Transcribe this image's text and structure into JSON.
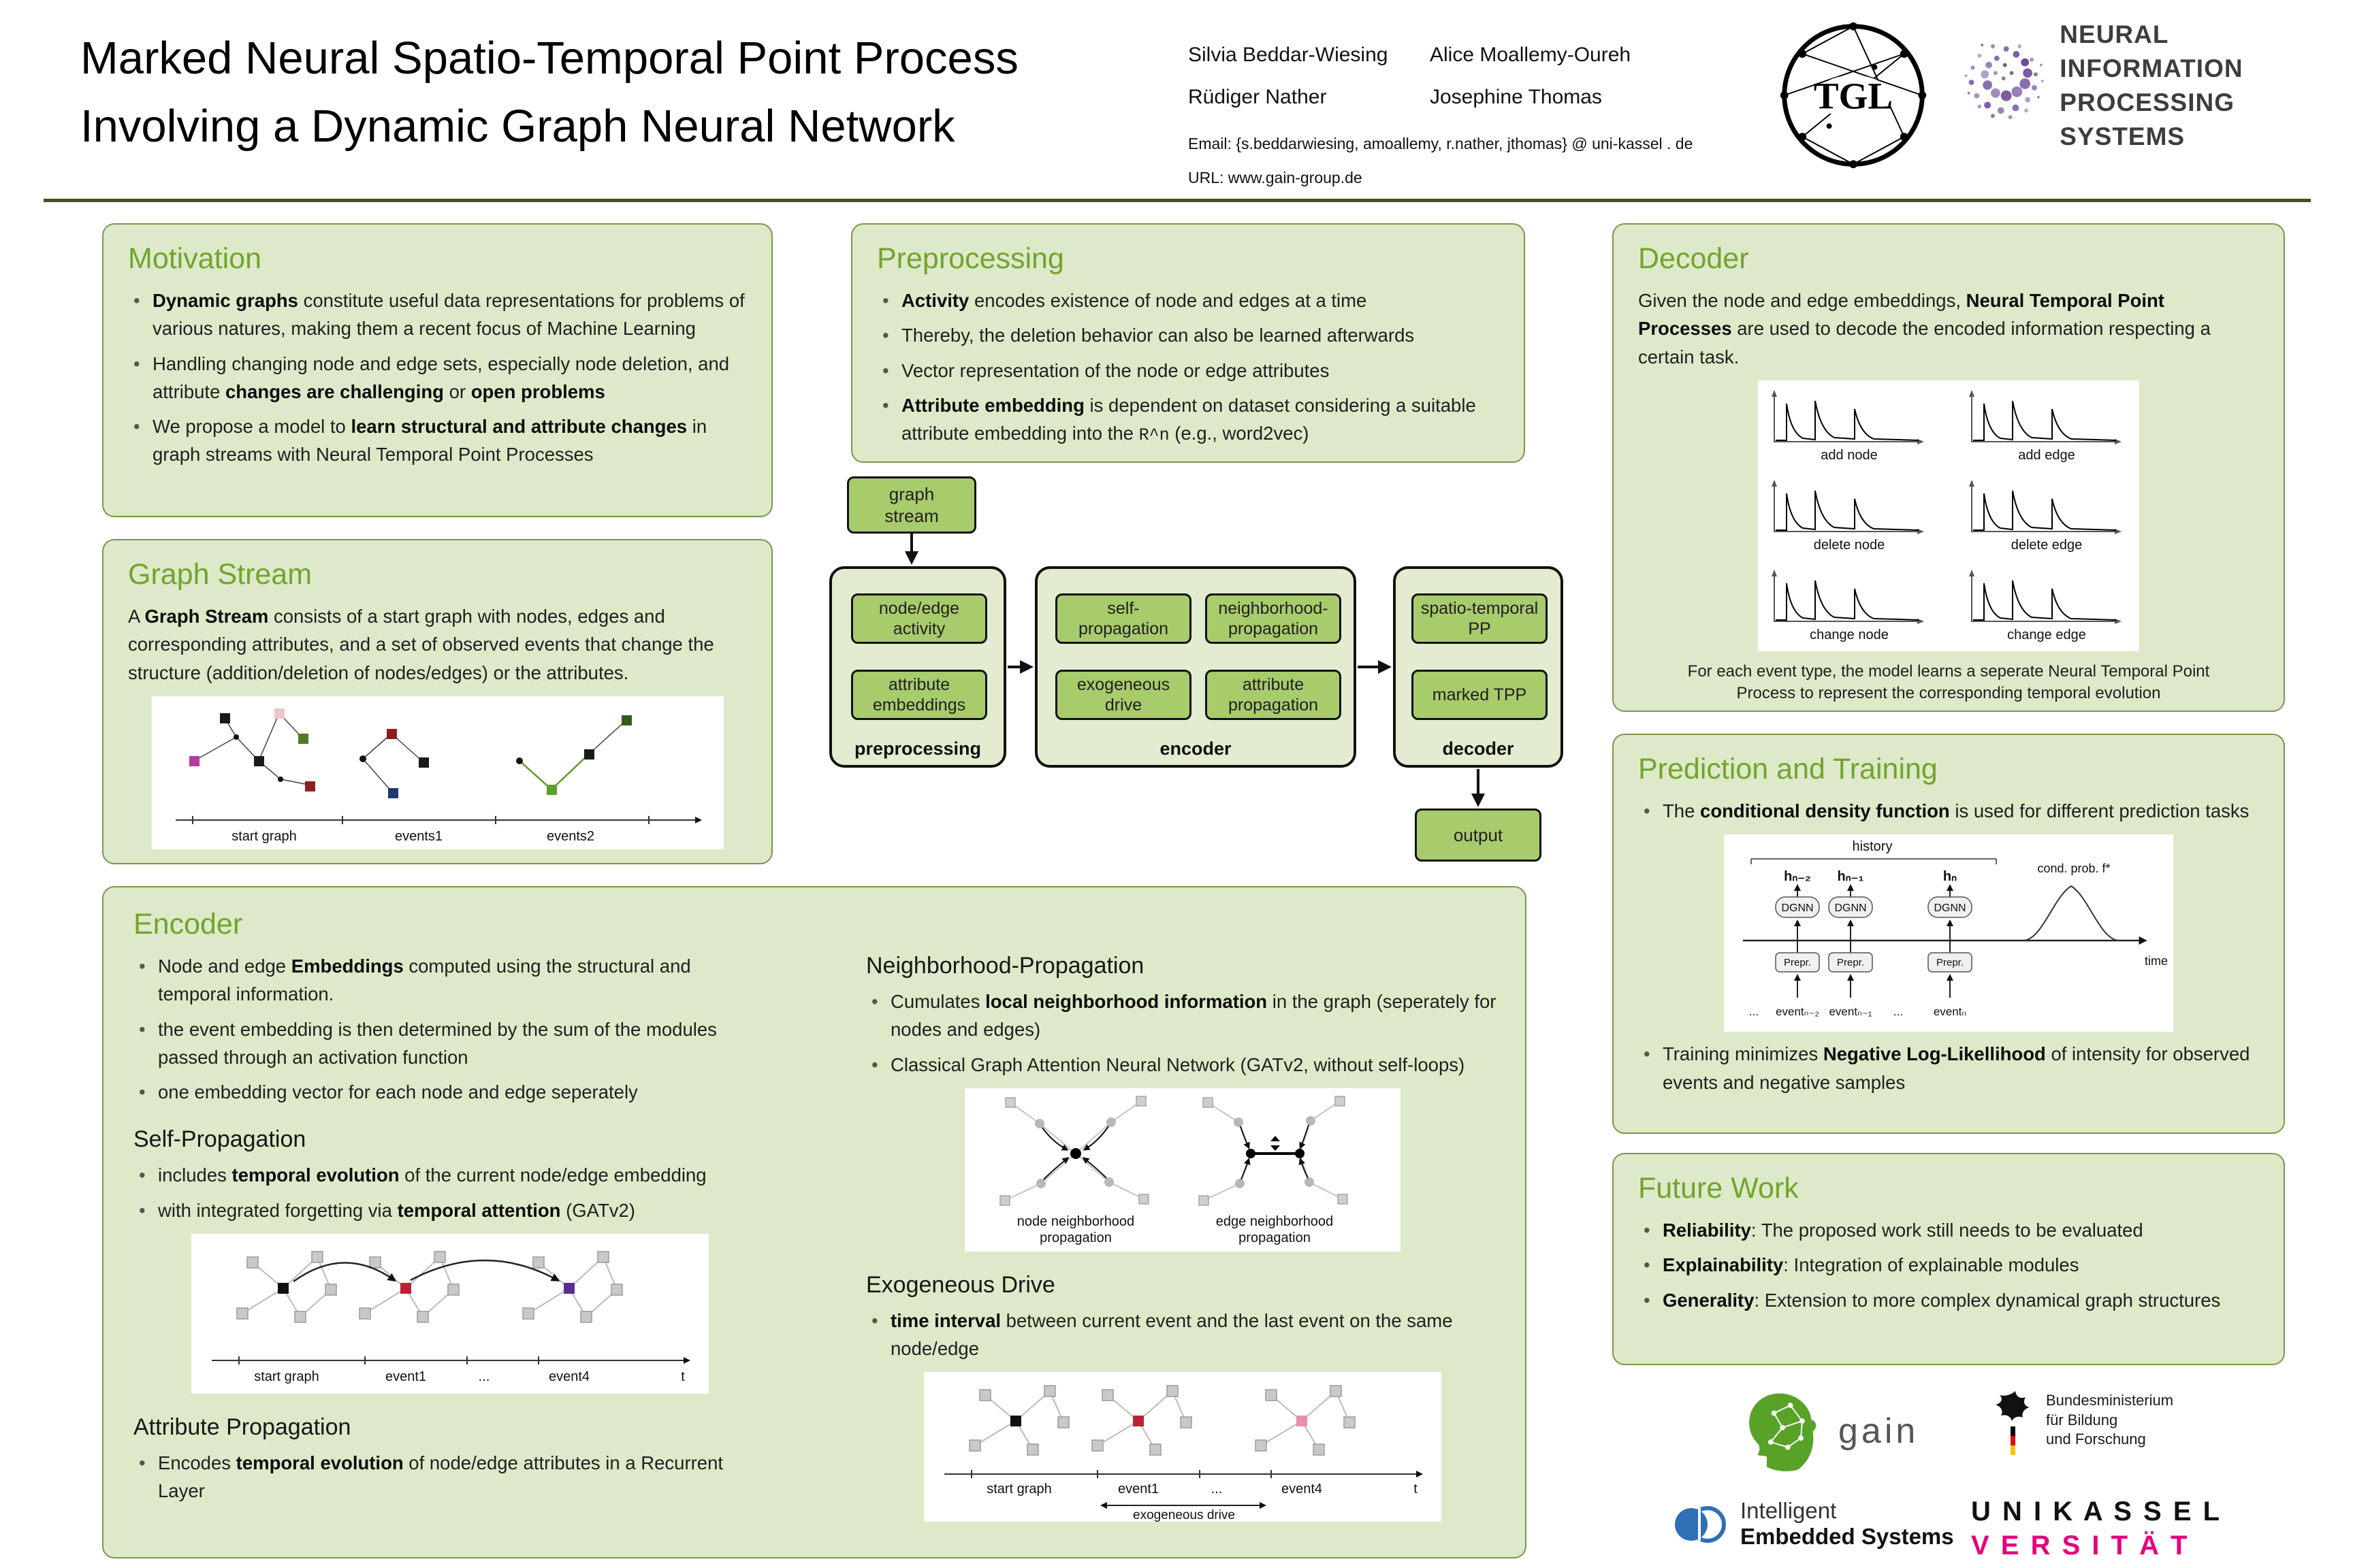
{
  "colors": {
    "heading_green": "#72a42d",
    "box_background": "#dde9c9",
    "flow_box_green": "#a8cb6c",
    "uni_kassel_pink": "#e5007d",
    "neurips_purple": "#7d5ba6",
    "gain_green": "#58a228",
    "ies_blue": "#2f6fb5"
  },
  "header": {
    "title_line1": "Marked Neural Spatio-Temporal Point Process",
    "title_line2": "Involving a Dynamic Graph Neural Network",
    "authors": [
      "Silvia Beddar-Wiesing",
      "Alice Moallemy-Oureh",
      "Rüdiger Nather",
      "Josephine Thomas"
    ],
    "email": "Email: {s.beddarwiesing, amoallemy, r.nather, jthomas} @ uni-kassel . de",
    "url": "URL: www.gain-group.de",
    "tgl_text": "TGL",
    "neurips_line1": "NEURAL INFORMATION",
    "neurips_line2": "PROCESSING SYSTEMS"
  },
  "motivation": {
    "heading": "Motivation",
    "bullets": [
      [
        {
          "t": "Dynamic graphs",
          "b": true
        },
        {
          "t": " constitute useful data representations for problems of various natures, making them a recent focus of Machine Learning"
        }
      ],
      [
        {
          "t": "Handling changing node and edge sets, especially node deletion, and attribute "
        },
        {
          "t": "changes are challenging",
          "b": true
        },
        {
          "t": " or "
        },
        {
          "t": "open problems",
          "b": true
        }
      ],
      [
        {
          "t": "We propose a model to "
        },
        {
          "t": "learn structural and attribute changes",
          "b": true
        },
        {
          "t": " in graph streams with Neural Temporal Point Processes"
        }
      ]
    ]
  },
  "graph_stream": {
    "heading": "Graph Stream",
    "paragraph": [
      {
        "t": "A "
      },
      {
        "t": "Graph Stream",
        "b": true
      },
      {
        "t": " consists of a start graph with nodes, edges and corresponding attributes, and a set of observed events that change the structure (addition/deletion of nodes/edges) or the attributes."
      }
    ],
    "fig": {
      "labels": [
        "start graph",
        "events1",
        "events2"
      ]
    }
  },
  "preprocessing": {
    "heading": "Preprocessing",
    "bullets": [
      [
        {
          "t": "Activity",
          "b": true
        },
        {
          "t": " encodes existence of node and edges at a time"
        }
      ],
      [
        {
          "t": "Thereby, the deletion behavior can also be learned afterwards"
        }
      ],
      [
        {
          "t": "Vector representation of the node or edge attributes"
        }
      ],
      [
        {
          "t": "Attribute embedding",
          "b": true
        },
        {
          "t": " is dependent on dataset considering a suitable attribute embedding into the "
        },
        {
          "t": "R^n",
          "c": true
        },
        {
          "t": " (e.g., word2vec)"
        }
      ]
    ]
  },
  "pipeline": {
    "graph_stream": "graph stream",
    "output": "output",
    "stages": {
      "preprocessing": {
        "label": "preprocessing",
        "boxes": [
          "node/edge activity",
          "attribute embeddings"
        ]
      },
      "encoder": {
        "label": "encoder",
        "boxes": [
          "self-propagation",
          "neighborhood-propagation",
          "exogeneous drive",
          "attribute propagation"
        ]
      },
      "decoder": {
        "label": "decoder",
        "boxes": [
          "spatio-temporal PP",
          "marked TPP"
        ]
      }
    }
  },
  "decoder": {
    "heading": "Decoder",
    "intro": [
      {
        "t": "Given the node and edge embeddings, "
      },
      {
        "t": "Neural Temporal Point Processes",
        "b": true
      },
      {
        "t": " are used to decode the encoded information respecting a certain task."
      }
    ],
    "fig": {
      "labels": [
        "add node",
        "add edge",
        "delete node",
        "delete edge",
        "change node",
        "change edge"
      ]
    },
    "caption": "For each event type, the model learns a seperate Neural Temporal Point Process to represent the corresponding temporal evolution"
  },
  "prediction": {
    "heading": "Prediction and Training",
    "bullet1": [
      {
        "t": "The "
      },
      {
        "t": "conditional density function",
        "b": true
      },
      {
        "t": " is used for different prediction tasks"
      }
    ],
    "bullet2": [
      {
        "t": "Training minimizes "
      },
      {
        "t": "Negative Log-Likellihood",
        "b": true
      },
      {
        "t": " of intensity for observed events and negative samples"
      }
    ],
    "fig": {
      "history": "history",
      "h_labels": [
        "hₙ₋₂",
        "hₙ₋₁",
        "hₙ"
      ],
      "dgnn": "DGNN",
      "prepr": "Prepr.",
      "events": [
        "eventₙ₋₂",
        "eventₙ₋₁",
        "eventₙ"
      ],
      "dots": "...",
      "time": "time",
      "cond_prob": "cond. prob. f*"
    }
  },
  "future": {
    "heading": "Future Work",
    "bullets": [
      [
        {
          "t": "Reliability",
          "b": true
        },
        {
          "t": ": The proposed work still needs to be evaluated"
        }
      ],
      [
        {
          "t": "Explainability",
          "b": true
        },
        {
          "t": ": Integration of explainable modules"
        }
      ],
      [
        {
          "t": "Generality",
          "b": true
        },
        {
          "t": ": Extension to more complex dynamical graph structures"
        }
      ]
    ]
  },
  "encoder": {
    "heading": "Encoder",
    "bullets": [
      [
        {
          "t": "Node and edge "
        },
        {
          "t": "Embeddings",
          "b": true
        },
        {
          "t": " computed using the structural and temporal information."
        }
      ],
      [
        {
          "t": "the event embedding is then determined by the sum of the modules passed through an activation function"
        }
      ],
      [
        {
          "t": "one embedding vector for each node and edge seperately"
        }
      ]
    ],
    "self_prop": {
      "heading": "Self-Propagation",
      "bullets": [
        [
          {
            "t": "includes "
          },
          {
            "t": "temporal evolution",
            "b": true
          },
          {
            "t": " of the current node/edge embedding"
          }
        ],
        [
          {
            "t": "with integrated forgetting via "
          },
          {
            "t": "temporal attention",
            "b": true
          },
          {
            "t": " (GATv2)"
          }
        ]
      ],
      "fig": {
        "labels": [
          "start graph",
          "event1",
          "...",
          "event4",
          "t"
        ]
      }
    },
    "attr_prop": {
      "heading": "Attribute Propagation",
      "bullets": [
        [
          {
            "t": "Encodes "
          },
          {
            "t": "temporal evolution",
            "b": true
          },
          {
            "t": " of node/edge attributes in a Recurrent Layer"
          }
        ]
      ]
    },
    "neigh_prop": {
      "heading": "Neighborhood-Propagation",
      "bullets": [
        [
          {
            "t": "Cumulates "
          },
          {
            "t": "local neighborhood information",
            "b": true
          },
          {
            "t": " in the graph (seperately for nodes and edges)"
          }
        ],
        [
          {
            "t": "Classical Graph Attention Neural Network (GATv2, without self-loops)"
          }
        ]
      ],
      "fig": {
        "node_label": [
          "node neighborhood",
          "propagation"
        ],
        "edge_label": [
          "edge neighborhood",
          "propagation"
        ]
      }
    },
    "exo_drive": {
      "heading": "Exogeneous Drive",
      "bullets": [
        [
          {
            "t": "time interval",
            "b": true
          },
          {
            "t": " between current event and the last event on the same node/edge"
          }
        ]
      ],
      "fig": {
        "labels": [
          "start graph",
          "event1",
          "...",
          "event4",
          "t"
        ],
        "drive": "exogeneous drive"
      }
    }
  },
  "footer": {
    "gain": "gain",
    "bmbf": [
      "Bundesministerium",
      "für Bildung",
      "und Forschung"
    ],
    "ies_line1": "Intelligent",
    "ies_line2": "Embedded Systems",
    "uni_line1": "U N I K A S S E L",
    "uni_line2": "V E R S I T Ä T"
  }
}
